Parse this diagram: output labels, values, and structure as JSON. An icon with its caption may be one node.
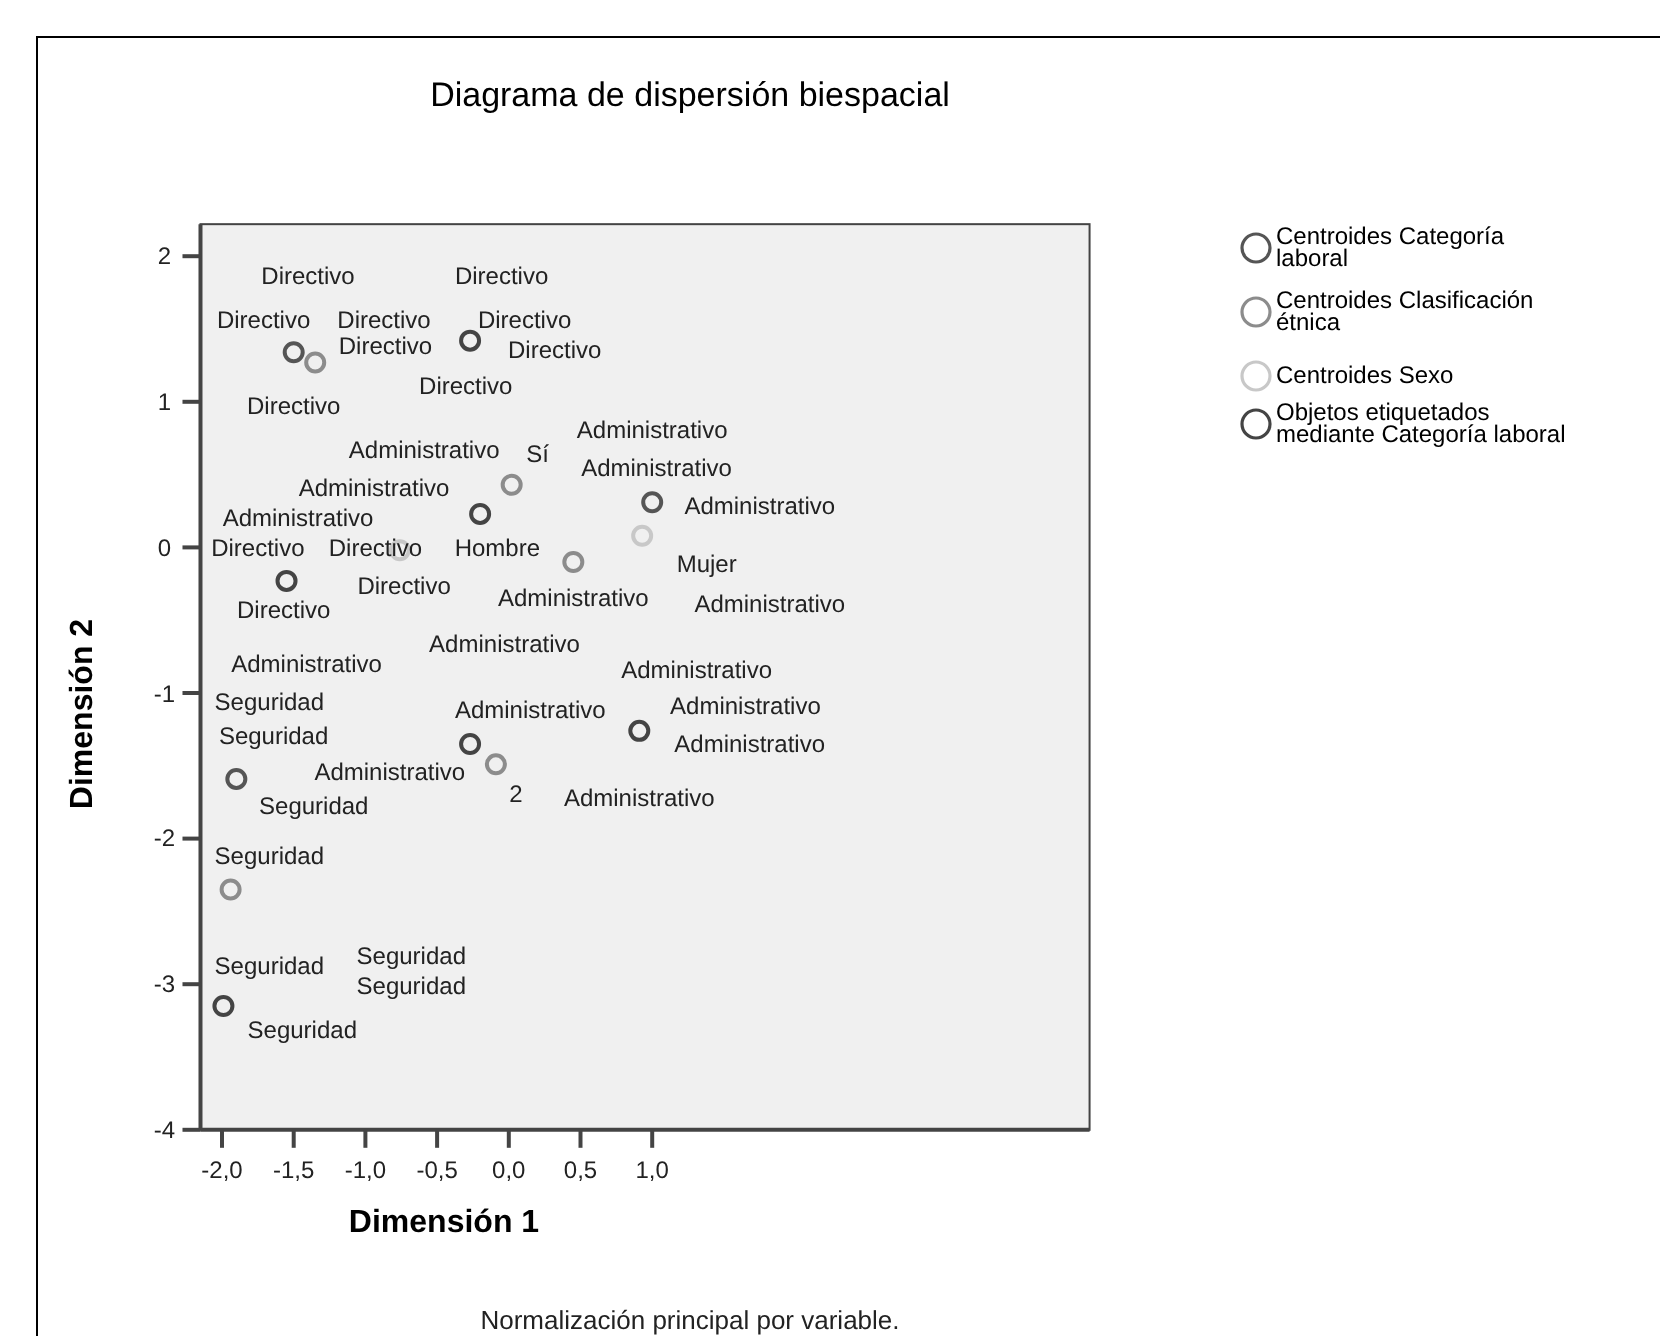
{
  "diagram": {
    "caption": "Normalización principal por variable.",
    "chart_data": {
      "type": "scatter",
      "title": "Diagrama de dispersión biespacial",
      "xlabel": "Dimensión 1",
      "ylabel": "Dimensión 2",
      "legend": true,
      "xlim": [
        -2.15,
        4.05
      ],
      "ylim": [
        -4,
        2.22
      ],
      "xticks": [
        {
          "value": -2,
          "label": "-2,0"
        },
        {
          "value": -1.5,
          "label": "-1,5"
        },
        {
          "value": -1,
          "label": "-1,0"
        },
        {
          "value": -0.5,
          "label": "-0,5"
        },
        {
          "value": 0,
          "label": "0,0"
        },
        {
          "value": 0.5,
          "label": "0,5"
        },
        {
          "value": 1,
          "label": "1,0"
        }
      ],
      "yticks": [
        {
          "value": 2,
          "label": "2"
        },
        {
          "value": 1,
          "label": "1"
        },
        {
          "value": 0,
          "label": "0"
        },
        {
          "value": -1,
          "label": "-1"
        },
        {
          "value": -2,
          "label": "-2"
        },
        {
          "value": -3,
          "label": "-3"
        },
        {
          "value": -4,
          "label": "-4"
        }
      ],
      "series": [
        {
          "name": "Centroides Categoría laboral",
          "color": "#555555",
          "x": [
            -1.5,
            -1.9,
            1.0
          ],
          "values": [
            1.34,
            -1.59,
            0.31
          ]
        },
        {
          "name": "Centroides Clasificación étnica",
          "color": "#8c8c8c",
          "x": [
            -1.35,
            0.02,
            0.45,
            -0.09,
            -1.94
          ],
          "values": [
            1.27,
            0.43,
            -0.1,
            -1.49,
            -2.35
          ]
        },
        {
          "name": "Centroides Sexo",
          "color": "#c8c8c8",
          "x": [
            -0.76,
            0.93
          ],
          "values": [
            -0.02,
            0.08
          ]
        },
        {
          "name": "Objetos etiquetados mediante Categoría laboral",
          "color": "#444444",
          "x": [
            -0.27,
            -0.2,
            -1.55,
            -0.27,
            0.91,
            -1.99
          ],
          "values": [
            1.42,
            0.23,
            -0.23,
            -1.35,
            -1.26,
            -3.15
          ]
        }
      ],
      "annotations": [
        "Directivo",
        "Directivo",
        "Directivo",
        "Directivo",
        "Directivo",
        "Directivo",
        "Directivo",
        "Directivo",
        "Directivo",
        "Administrativo",
        "Sí",
        "Administrativo",
        "Administrativo",
        "Administrativo",
        "Administrativo",
        "Administrativo",
        "Directivo",
        "Directivo",
        "Hombre",
        "Mujer",
        "Directivo",
        "Administrativo",
        "Administrativo",
        "Directivo",
        "Administrativo",
        "Administrativo",
        "Administrativo",
        "Seguridad",
        "Administrativo",
        "Administrativo",
        "Seguridad",
        "Administrativo",
        "Administrativo",
        "2",
        "Administrativo",
        "Seguridad",
        "Seguridad",
        "Seguridad",
        "Seguridad",
        "Seguridad",
        "Seguridad"
      ]
    }
  }
}
